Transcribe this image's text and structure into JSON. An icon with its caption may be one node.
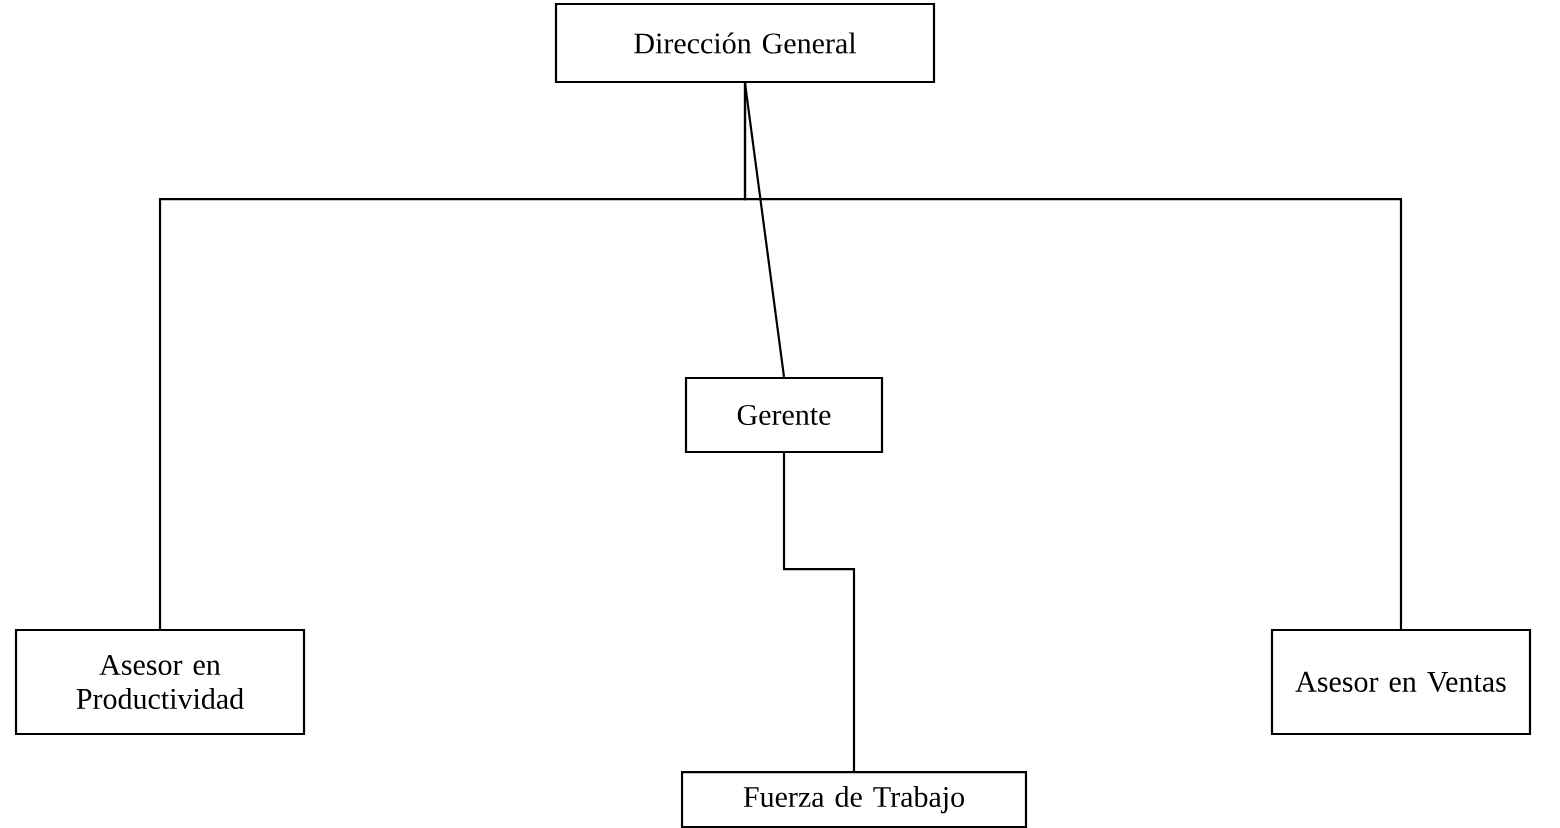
{
  "diagram": {
    "nodes": [
      {
        "text": [
          "Dirección General"
        ]
      },
      {
        "text": [
          "Gerente"
        ]
      },
      {
        "text": [
          "Asesor en Productividad"
        ]
      },
      {
        "text": [
          "Asesor en Ventas"
        ]
      },
      {
        "text": [
          "Fuerza de Trabajo"
        ]
      }
    ],
    "edges": [
      {
        "from": 0,
        "to": 1,
        "arrow": "none"
      },
      {
        "from": 0,
        "to": 2,
        "arrow": "none"
      },
      {
        "from": 0,
        "to": 3,
        "arrow": "none"
      },
      {
        "from": 1,
        "to": 4,
        "arrow": "none"
      }
    ]
  }
}
